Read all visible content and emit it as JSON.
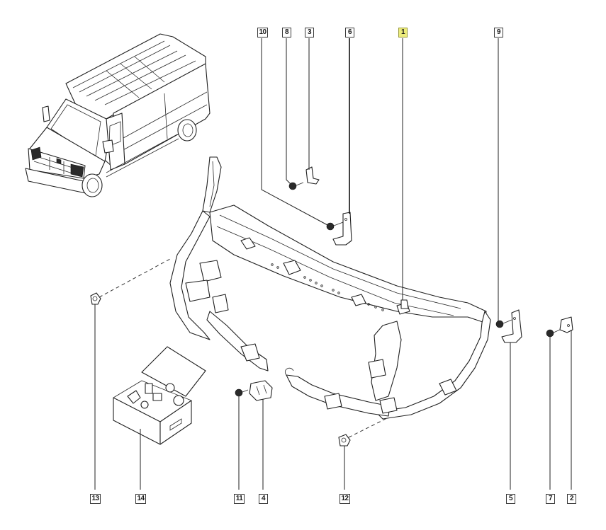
{
  "diagram": {
    "highlighted_part": "1",
    "colors": {
      "highlight": "#ecec7c",
      "line": "#222222",
      "background": "#ffffff"
    },
    "callouts": [
      {
        "id": "c10",
        "number": "10"
      },
      {
        "id": "c8",
        "number": "8"
      },
      {
        "id": "c3",
        "number": "3"
      },
      {
        "id": "c6",
        "number": "6"
      },
      {
        "id": "c1",
        "number": "1"
      },
      {
        "id": "c9",
        "number": "9"
      },
      {
        "id": "c13",
        "number": "13"
      },
      {
        "id": "c14",
        "number": "14"
      },
      {
        "id": "c11",
        "number": "11"
      },
      {
        "id": "c4",
        "number": "4"
      },
      {
        "id": "c12",
        "number": "12"
      },
      {
        "id": "c5",
        "number": "5"
      },
      {
        "id": "c7",
        "number": "7"
      },
      {
        "id": "c2",
        "number": "2"
      }
    ]
  }
}
